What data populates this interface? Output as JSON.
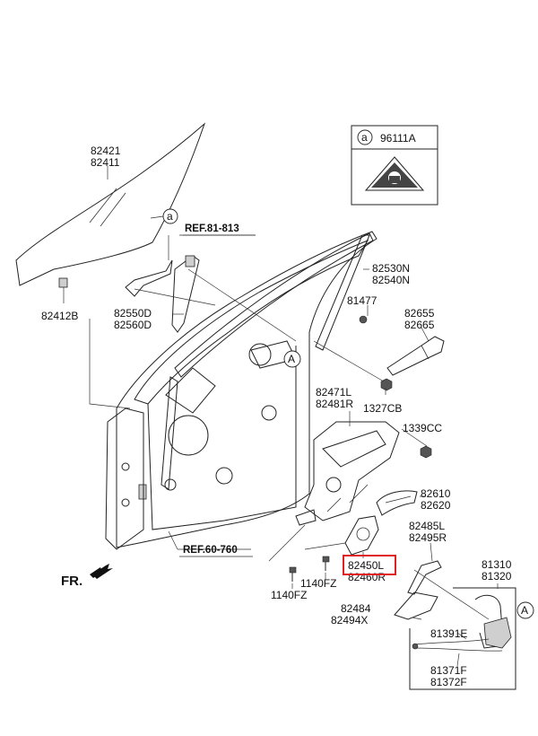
{
  "diagram": {
    "part_labels": [
      {
        "id": "glass",
        "lines": [
          "82421",
          "82411"
        ]
      },
      {
        "id": "glass-clip",
        "lines": [
          "82412B"
        ]
      },
      {
        "id": "ref-81",
        "lines": [
          "REF.81-813"
        ]
      },
      {
        "id": "channel",
        "lines": [
          "82550D",
          "82560D"
        ]
      },
      {
        "id": "weatherstrip",
        "lines": [
          "82530N",
          "82540N"
        ]
      },
      {
        "id": "bolt-81477",
        "lines": [
          "81477"
        ]
      },
      {
        "id": "handle-outer",
        "lines": [
          "82655",
          "82665"
        ]
      },
      {
        "id": "nut-1327",
        "lines": [
          "1327CB"
        ]
      },
      {
        "id": "regulator",
        "lines": [
          "82471L",
          "82481R"
        ]
      },
      {
        "id": "nut-1339",
        "lines": [
          "1339CC"
        ]
      },
      {
        "id": "handle-inner",
        "lines": [
          "82610",
          "82620"
        ]
      },
      {
        "id": "rod-82485",
        "lines": [
          "82485L",
          "82495R"
        ]
      },
      {
        "id": "motor",
        "lines": [
          "82450L",
          "82460R"
        ]
      },
      {
        "id": "bolt-1140-a",
        "lines": [
          "1140FZ"
        ]
      },
      {
        "id": "bolt-1140-b",
        "lines": [
          "1140FZ"
        ]
      },
      {
        "id": "latch-assy",
        "lines": [
          "81310",
          "81320"
        ]
      },
      {
        "id": "bracket-82484",
        "lines": [
          "82484",
          "82494X"
        ]
      },
      {
        "id": "cable-81391",
        "lines": [
          "81391E"
        ]
      },
      {
        "id": "cable-81371",
        "lines": [
          "81371F",
          "81372F"
        ]
      },
      {
        "id": "ref-60",
        "lines": [
          "REF.60-760"
        ]
      }
    ],
    "legend_box": {
      "callout": "a",
      "part": "96111A"
    },
    "callouts": [
      "a",
      "A",
      "A"
    ],
    "front_indicator": "FR.",
    "highlight_color": "#e02020"
  }
}
